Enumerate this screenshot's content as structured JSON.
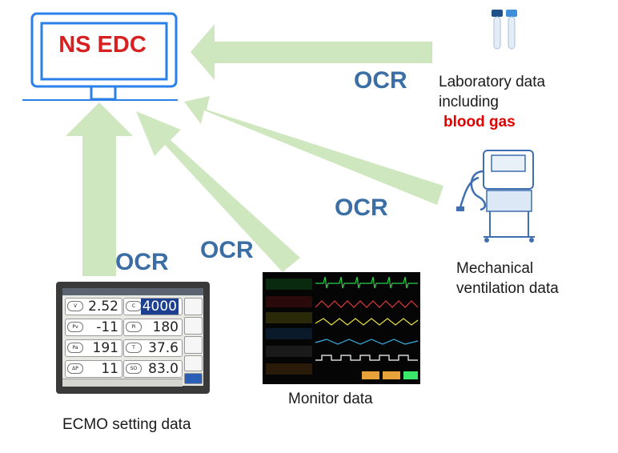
{
  "edc": {
    "title": "NS EDC"
  },
  "ocr_labels": [
    "OCR",
    "OCR",
    "OCR",
    "OCR"
  ],
  "captions": {
    "laboratory_line1": "Laboratory data",
    "laboratory_line2": "including",
    "laboratory_highlight": "blood gas",
    "mechanical_line1": "Mechanical",
    "mechanical_line2": "ventilation data",
    "monitor": "Monitor data",
    "ecmo": "ECMO setting data"
  },
  "ecmo_values": {
    "v": "2.52",
    "rpm": "4000",
    "p_ven": "-11",
    "p_int": "180",
    "p_art": "191",
    "t_art": "37.6",
    "dp": "11",
    "svo2": "83.0"
  },
  "colors": {
    "arrow": "#cfe7bf",
    "edc_frame": "#2a80e8",
    "edc_title": "#d92020",
    "ocr_text": "#3b6ea5",
    "highlight": "#e00000"
  }
}
